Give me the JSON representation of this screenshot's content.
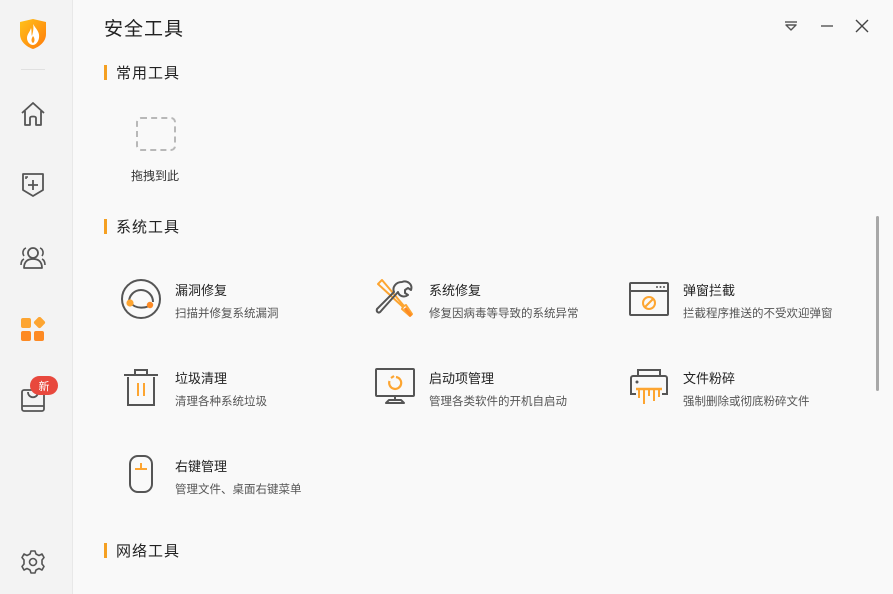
{
  "window": {
    "title": "安全工具",
    "controls": {
      "menu": "menu-dropdown",
      "minimize": "minimize",
      "close": "close"
    }
  },
  "sidebar": {
    "logo": "flame-shield-logo",
    "items": [
      {
        "name": "home",
        "icon": "home-icon",
        "active": false
      },
      {
        "name": "protection",
        "icon": "shield-plus-icon",
        "active": false
      },
      {
        "name": "users",
        "icon": "users-icon",
        "active": false
      },
      {
        "name": "tools",
        "icon": "apps-icon",
        "active": true
      },
      {
        "name": "store",
        "icon": "bag-icon",
        "active": false,
        "badge": "新"
      }
    ],
    "settings_icon": "gear-icon"
  },
  "sections": {
    "common": {
      "title": "常用工具",
      "drop_label": "拖拽到此"
    },
    "system": {
      "title": "系统工具",
      "tools": [
        {
          "name": "漏洞修复",
          "desc": "扫描并修复系统漏洞",
          "icon": "vulnerability-fix-icon"
        },
        {
          "name": "系统修复",
          "desc": "修复因病毒等导致的系统异常",
          "icon": "wrench-screwdriver-icon"
        },
        {
          "name": "弹窗拦截",
          "desc": "拦截程序推送的不受欢迎弹窗",
          "icon": "popup-block-icon"
        },
        {
          "name": "垃圾清理",
          "desc": "清理各种系统垃圾",
          "icon": "trash-icon"
        },
        {
          "name": "启动项管理",
          "desc": "管理各类软件的开机自启动",
          "icon": "startup-monitor-icon"
        },
        {
          "name": "文件粉碎",
          "desc": "强制删除或彻底粉碎文件",
          "icon": "shredder-icon"
        },
        {
          "name": "右键管理",
          "desc": "管理文件、桌面右键菜单",
          "icon": "mouse-icon"
        }
      ]
    },
    "network": {
      "title": "网络工具"
    }
  },
  "colors": {
    "accent": "#f5a022",
    "icon_gray": "#555555",
    "badge_red": "#e8483d",
    "sidebar_bg": "#f3f3f3",
    "main_bg": "#f9f9f9"
  }
}
